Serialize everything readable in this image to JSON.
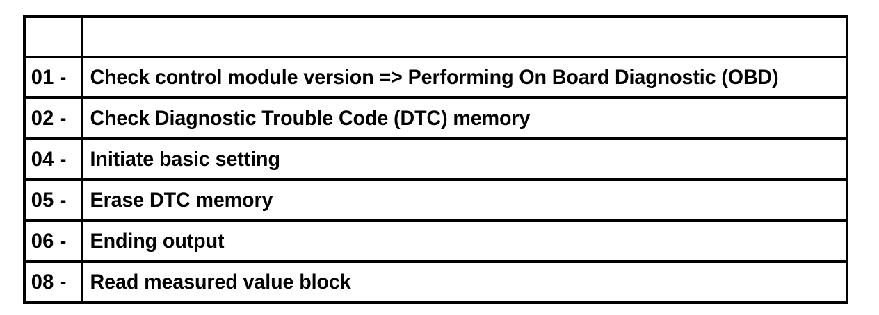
{
  "table": {
    "columns": [
      "",
      ""
    ],
    "header_row": {
      "code": "",
      "description": ""
    },
    "rows": [
      {
        "code": "01 -",
        "description": "Check control module version => Performing On Board Diagnostic (OBD)"
      },
      {
        "code": "02 -",
        "description": "Check Diagnostic Trouble Code (DTC) memory"
      },
      {
        "code": "04 -",
        "description": "Initiate basic setting"
      },
      {
        "code": "05 -",
        "description": "Erase DTC memory"
      },
      {
        "code": "06 -",
        "description": "Ending output"
      },
      {
        "code": "08 -",
        "description": "Read measured value block"
      }
    ]
  },
  "colors": {
    "background": "#ffffff",
    "border": "#000000",
    "text": "#000000"
  }
}
